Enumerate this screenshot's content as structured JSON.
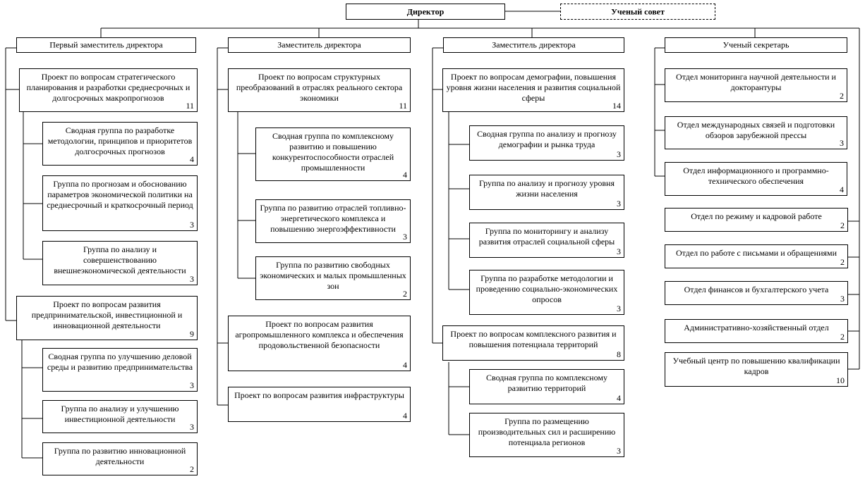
{
  "director": "Директор",
  "council": "Ученый совет",
  "col1": {
    "head": "Первый заместитель директора",
    "proj1": {
      "text": "Проект по вопросам стратегического планирования и разработки среднесрочных и долгосрочных макропрогнозов",
      "num": "11"
    },
    "g1": {
      "text": "Сводная группа по разработке методологии, принципов и приоритетов долгосрочных прогнозов",
      "num": "4"
    },
    "g2": {
      "text": "Группа по прогнозам и обоснованию параметров экономической политики на среднесрочный и краткосрочный период",
      "num": "3"
    },
    "g3": {
      "text": "Группа по анализу и совершенствованию внешнеэкономической деятельности",
      "num": "3"
    },
    "proj2": {
      "text": "Проект по вопросам развития предпринимательской, инвестиционной и инновационной деятельности",
      "num": "9"
    },
    "g4": {
      "text": "Сводная группа по улучшению деловой среды и развитию предпринимательства",
      "num": "3"
    },
    "g5": {
      "text": "Группа по анализу и улучшению инвестиционной деятельности",
      "num": "3"
    },
    "g6": {
      "text": "Группа по развитию инновационной деятельности",
      "num": "2"
    }
  },
  "col2": {
    "head": "Заместитель директора",
    "proj1": {
      "text": "Проект по вопросам структурных преобразований в отраслях реального сектора экономики",
      "num": "11"
    },
    "g1": {
      "text": "Сводная группа по комплексному развитию и повышению конкурентоспособности отраслей промышленности",
      "num": "4"
    },
    "g2": {
      "text": "Группа по развитию отраслей топливно-энергетического комплекса и повышению энергоэффективности",
      "num": "3"
    },
    "g3": {
      "text": "Группа по развитию свободных экономических и малых промышленных зон",
      "num": "2"
    },
    "proj2": {
      "text": "Проект по вопросам развития агропромышленного комплекса и обеспечения продовольственной безопасности",
      "num": "4"
    },
    "proj3": {
      "text": "Проект по вопросам развития инфраструктуры",
      "num": "4"
    }
  },
  "col3": {
    "head": "Заместитель директора",
    "proj1": {
      "text": "Проект по вопросам демографии, повышения уровня жизни населения и развития социальной сферы",
      "num": "14"
    },
    "g1": {
      "text": "Сводная группа по анализу и прогнозу демографии и рынка труда",
      "num": "3"
    },
    "g2": {
      "text": "Группа по анализу и прогнозу уровня жизни населения",
      "num": "3"
    },
    "g3": {
      "text": "Группа по мониторингу и анализу развития отраслей социальной сферы",
      "num": "3"
    },
    "g4": {
      "text": "Группа по разработке методологии и проведению социально-экономических опросов",
      "num": "3"
    },
    "proj2": {
      "text": "Проект по вопросам комплексного развития и повышения потенциала территорий",
      "num": "8"
    },
    "g5": {
      "text": "Сводная группа по комплексному развитию территорий",
      "num": "4"
    },
    "g6": {
      "text": "Группа по размещению производительных сил и расширению потенциала регионов",
      "num": "3"
    }
  },
  "col4": {
    "head": "Ученый секретарь",
    "d1": {
      "text": "Отдел мониторинга научной деятельности и докторантуры",
      "num": "2"
    },
    "d2": {
      "text": "Отдел международных связей и подготовки обзоров зарубежной прессы",
      "num": "3"
    },
    "d3": {
      "text": "Отдел информационного и программно-технического обеспечения",
      "num": "4"
    },
    "d4": {
      "text": "Отдел по режиму и кадровой работе",
      "num": "2"
    },
    "d5": {
      "text": "Отдел по работе с письмами и обращениями",
      "num": "2"
    },
    "d6": {
      "text": "Отдел финансов и бухгалтерского учета",
      "num": "3"
    },
    "d7": {
      "text": "Административно-хозяйственный отдел",
      "num": "2"
    },
    "d8": {
      "text": "Учебный центр по повышению квалификации кадров",
      "num": "10"
    }
  }
}
